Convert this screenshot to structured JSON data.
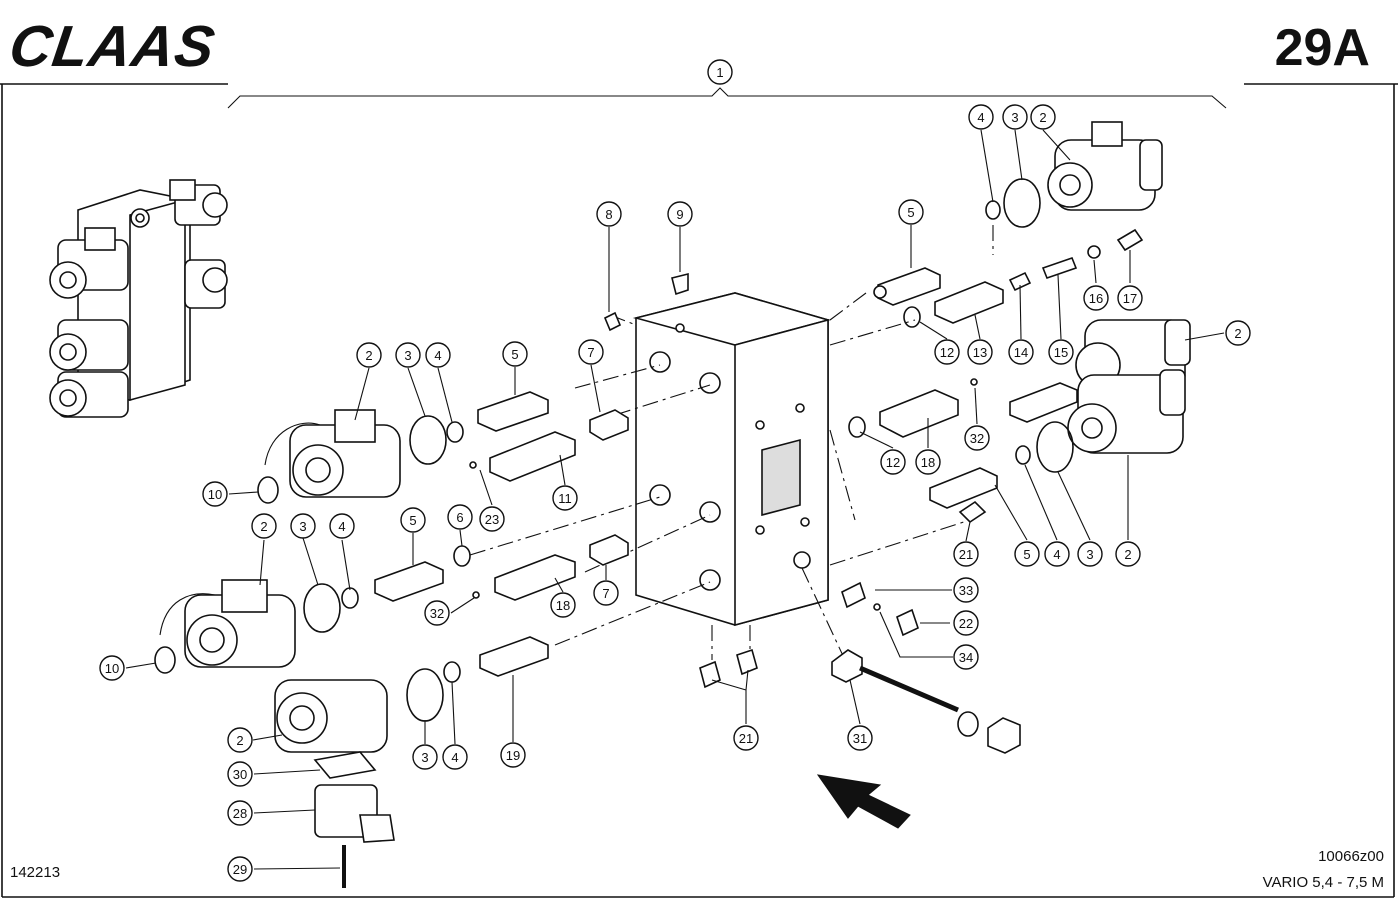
{
  "header": {
    "brand": "CLAAS",
    "page_number": "29A"
  },
  "footer": {
    "left_code": "142213",
    "drawing_code": "10066z00",
    "model": "VARIO 5,4 - 7,5 M"
  },
  "callouts": [
    "1",
    "2",
    "3",
    "4",
    "5",
    "8",
    "9",
    "2",
    "3",
    "4",
    "10",
    "5",
    "7",
    "11",
    "23",
    "6",
    "12",
    "13",
    "14",
    "15",
    "16",
    "17",
    "2",
    "12",
    "18",
    "32",
    "4",
    "3",
    "2",
    "5",
    "21",
    "33",
    "22",
    "34",
    "2",
    "3",
    "4",
    "10",
    "5",
    "32",
    "18",
    "7",
    "21",
    "31",
    "3",
    "4",
    "19",
    "2",
    "30",
    "28",
    "29"
  ]
}
